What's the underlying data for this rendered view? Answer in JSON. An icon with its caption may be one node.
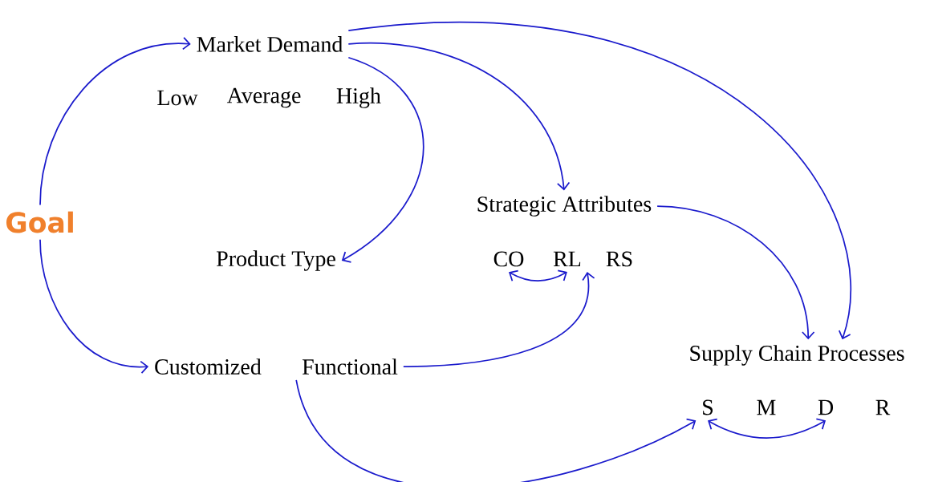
{
  "diagram": {
    "nodes": [
      {
        "text": [
          "Goal"
        ]
      },
      {
        "text": [
          "Market Demand"
        ]
      },
      {
        "text": [
          "Product Type"
        ]
      },
      {
        "text": [
          "Customized"
        ]
      },
      {
        "text": [
          "Functional"
        ]
      },
      {
        "text": [
          "Strategic Attributes"
        ]
      },
      {
        "text": [
          "CO"
        ]
      },
      {
        "text": [
          "RL"
        ]
      },
      {
        "text": [
          "Supply Chain Processes"
        ]
      },
      {
        "text": [
          "S"
        ]
      },
      {
        "text": [
          "D"
        ]
      }
    ],
    "edges": [
      {
        "from": 0,
        "to": 1,
        "arrow": "to"
      },
      {
        "from": 0,
        "to": 3,
        "arrow": "to"
      },
      {
        "from": 1,
        "to": 2,
        "arrow": "to"
      },
      {
        "from": 1,
        "to": 5,
        "arrow": "to"
      },
      {
        "from": 1,
        "to": 8,
        "arrow": "to"
      },
      {
        "from": 5,
        "to": 8,
        "arrow": "to"
      },
      {
        "from": 6,
        "to": 7,
        "arrow": "both"
      },
      {
        "from": 4,
        "to": 7,
        "arrow": "to"
      },
      {
        "from": 4,
        "to": 9,
        "arrow": "to"
      },
      {
        "from": 9,
        "to": 10,
        "arrow": "both"
      }
    ],
    "labels": [
      "Low",
      "Average",
      "High",
      "RS",
      "M",
      "R"
    ]
  }
}
